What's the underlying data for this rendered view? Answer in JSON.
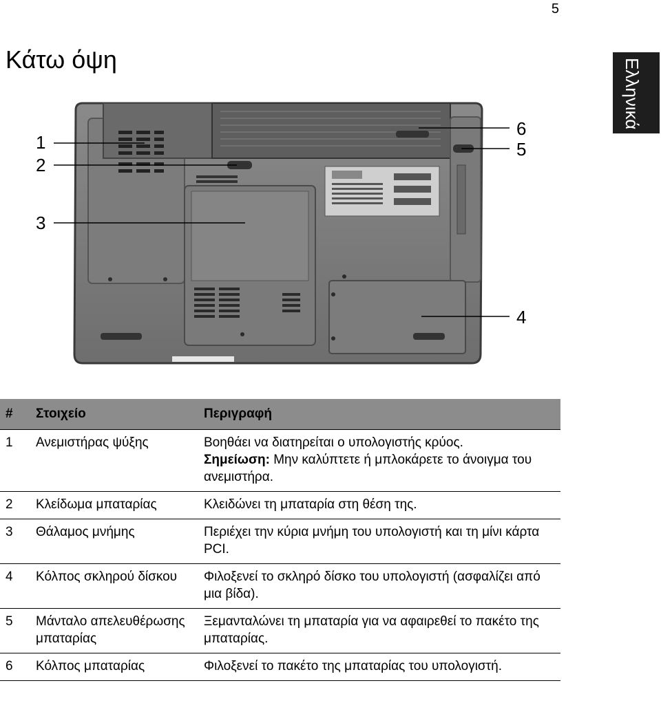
{
  "page_number": "5",
  "title": "Κάτω όψη",
  "language_tab": "Ελληνικά",
  "callouts": [
    "1",
    "2",
    "3",
    "4",
    "5",
    "6"
  ],
  "table": {
    "headers": [
      "#",
      "Στοιχείο",
      "Περιγραφή"
    ],
    "rows": [
      {
        "num": "1",
        "item": "Ανεμιστήρας ψύξης",
        "desc": "Βοηθάει να διατηρείται ο υπολογιστής κρύος.",
        "note_label": "Σημείωση:",
        "note_text": " Μην καλύπτετε ή μπλοκάρετε το άνοιγμα του ανεμιστήρα."
      },
      {
        "num": "2",
        "item": "Κλείδωμα μπαταρίας",
        "desc": "Κλειδώνει τη μπαταρία στη θέση της."
      },
      {
        "num": "3",
        "item": "Θάλαμος μνήμης",
        "desc": "Περιέχει την κύρια μνήμη του υπολογιστή και τη μίνι κάρτα PCI."
      },
      {
        "num": "4",
        "item": "Κόλπος σκληρού δίσκου",
        "desc": "Φιλοξενεί το σκληρό δίσκο του υπολογιστή (ασφαλίζει από μια βίδα)."
      },
      {
        "num": "5",
        "item": "Μάνταλο απελευθέρωσης μπαταρίας",
        "desc": "Ξεμανταλώνει τη μπαταρία για να αφαιρεθεί το πακέτο της μπαταρίας."
      },
      {
        "num": "6",
        "item": "Κόλπος μπαταρίας",
        "desc": "Φιλοξενεί το πακέτο της μπαταρίας του υπολογιστή."
      }
    ]
  }
}
